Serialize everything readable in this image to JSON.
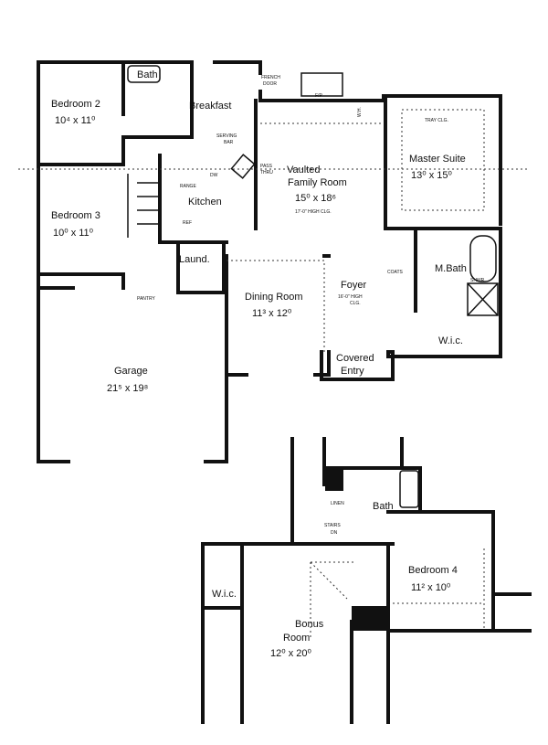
{
  "first_floor": {
    "rooms": {
      "bedroom2": {
        "name": "Bedroom 2",
        "size": "10⁴ x 11⁰"
      },
      "bath": {
        "name": "Bath"
      },
      "breakfast": {
        "name": "Breakfast"
      },
      "bedroom3": {
        "name": "Bedroom 3",
        "size": "10⁰ x 11⁰"
      },
      "kitchen": {
        "name": "Kitchen"
      },
      "family": {
        "name1": "Vaulted",
        "name2": "Family Room",
        "size": "15⁰ x 18⁶",
        "note": "17'-0\" HIGH CLG."
      },
      "master": {
        "name": "Master Suite",
        "size": "13⁰ x 15⁰",
        "note": "TRAY CLG."
      },
      "mbath": {
        "name": "M.Bath"
      },
      "laundry": {
        "name": "Laund."
      },
      "dining": {
        "name": "Dining Room",
        "size": "11³ x 12⁰"
      },
      "foyer": {
        "name": "Foyer",
        "note1": "16'-0\" HIGH",
        "note2": "CLG."
      },
      "wic": {
        "name": "W.i.c."
      },
      "covered_entry": {
        "name1": "Covered",
        "name2": "Entry"
      },
      "garage": {
        "name": "Garage",
        "size": "21⁵ x 19⁸"
      }
    },
    "annotations": {
      "french_door1": "FRENCH",
      "french_door2": "DOOR",
      "fireplace": "F/P",
      "serving_bar1": "SERVING",
      "serving_bar2": "BAR",
      "pass_thru1": "PASS",
      "pass_thru2": "THRU",
      "range": "RANGE",
      "ref": "REF",
      "dw": "DW",
      "pantry": "PANTRY",
      "coats": "COATS",
      "shwr": "SHWR",
      "wh": "W.H."
    }
  },
  "second_floor": {
    "rooms": {
      "bath": {
        "name": "Bath"
      },
      "bedroom4": {
        "name": "Bedroom 4",
        "size": "11² x 10⁰"
      },
      "bonus": {
        "name1": "Bonus",
        "name2": "Room",
        "size": "12⁰ x 20⁰"
      },
      "wic": {
        "name": "W.i.c."
      }
    },
    "annotations": {
      "linen": "LINEN",
      "stairs1": "STAIRS",
      "stairs2": "DN"
    }
  }
}
